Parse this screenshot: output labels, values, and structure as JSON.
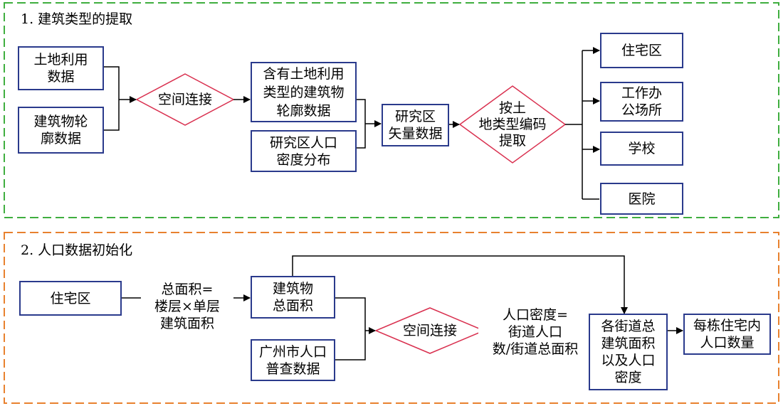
{
  "colors": {
    "section1_border": "#3fae3f",
    "section2_border": "#e8812e",
    "box_border": "#2a3a8c",
    "diamond_border": "#d9304f",
    "arrow": "#000000"
  },
  "section1": {
    "title": "1. 建筑类型的提取",
    "nodes": {
      "land_use_data": "土地利用\n数据",
      "building_outline_data": "建筑物轮\n廓数据",
      "spatial_join": "空间连接",
      "building_with_land_type": "含有土地利用\n类型的建筑物\n轮廓数据",
      "study_area_population": "研究区人口\n密度分布",
      "study_area_vector": "研究区\n矢量数据",
      "extract_by_code": "按土\n地类型编码\n提取",
      "residential": "住宅区",
      "office": "工作办\n公场所",
      "school": "学校",
      "hospital": "医院"
    }
  },
  "section2": {
    "title": "2. 人口数据初始化",
    "nodes": {
      "residential": "住宅区",
      "building_total_area": "建筑物\n总面积",
      "census_data": "广州市人口\n普查数据",
      "spatial_join": "空间连接",
      "street_summary": "各街道总\n建筑面积\n以及人口\n密度",
      "per_building_population": "每栋住宅内\n人口数量"
    },
    "edge_labels": {
      "total_area_formula": "总面积=\n楼层×单层\n建筑面积",
      "density_formula": "人口密度=\n街道人口\n数/街道总面积"
    }
  }
}
